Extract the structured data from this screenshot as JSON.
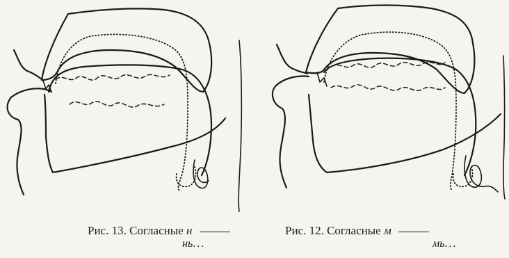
{
  "figures": [
    {
      "caption_prefix": "Рис. 13. Согласные",
      "symbol_solid": "н",
      "symbol_dotted": "нь",
      "ellipsis": "..."
    },
    {
      "caption_prefix": "Рис. 12. Согласные",
      "symbol_solid": "м",
      "symbol_dotted": "мь",
      "ellipsis": "..."
    }
  ],
  "colors": {
    "ink": "#1a1a1a",
    "paper": "#f6f4ee"
  }
}
